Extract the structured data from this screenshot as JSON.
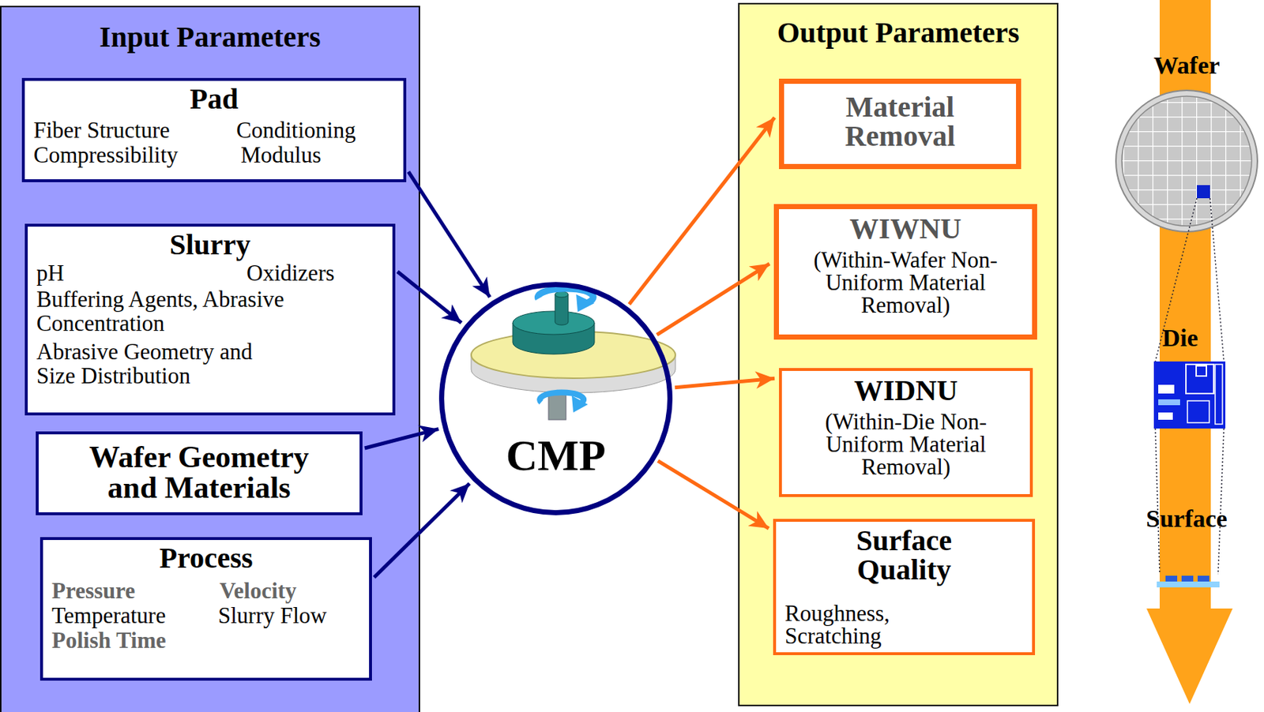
{
  "diagram": {
    "nodes": [
      {
        "text": [
          "Input Parameters"
        ]
      },
      {
        "text": [
          "Pad",
          "Fiber Structure",
          "Conditioning",
          "Compressibility",
          "Modulus"
        ],
        "in": 0
      },
      {
        "text": [
          "Slurry",
          "pH",
          "Oxidizers",
          "Buffering Agents, Abrasive Concentration",
          "Abrasive Geometry and Size Distribution"
        ],
        "in": 0
      },
      {
        "text": [
          "Wafer Geometry and Materials"
        ],
        "in": 0
      },
      {
        "text": [
          "Process",
          "Pressure",
          "Velocity",
          "Temperature",
          "Slurry Flow",
          "Polish Time"
        ],
        "in": 0
      },
      {
        "text": [
          "CMP"
        ]
      },
      {
        "text": [
          "Output Parameters"
        ]
      },
      {
        "text": [
          "Material Removal"
        ],
        "in": 6
      },
      {
        "text": [
          "WIWNU",
          "(Within-Wafer Non-Uniform Material Removal)"
        ],
        "in": 6
      },
      {
        "text": [
          "WIDNU",
          "(Within-Die Non-Uniform Material Removal)"
        ],
        "in": 6
      },
      {
        "text": [
          "Surface Quality",
          "Roughness, Scratching"
        ],
        "in": 6
      }
    ],
    "edges": [
      {
        "from": 1,
        "to": 5,
        "arrow": "to"
      },
      {
        "from": 2,
        "to": 5,
        "arrow": "to"
      },
      {
        "from": 3,
        "to": 5,
        "arrow": "to"
      },
      {
        "from": 4,
        "to": 5,
        "arrow": "to"
      },
      {
        "from": 5,
        "to": 7,
        "arrow": "to"
      },
      {
        "from": 5,
        "to": 8,
        "arrow": "to"
      },
      {
        "from": 5,
        "to": 9,
        "arrow": "to"
      },
      {
        "from": 5,
        "to": 10,
        "arrow": "to"
      }
    ],
    "labels": [
      "Wafer",
      "Die",
      "Surface"
    ]
  }
}
